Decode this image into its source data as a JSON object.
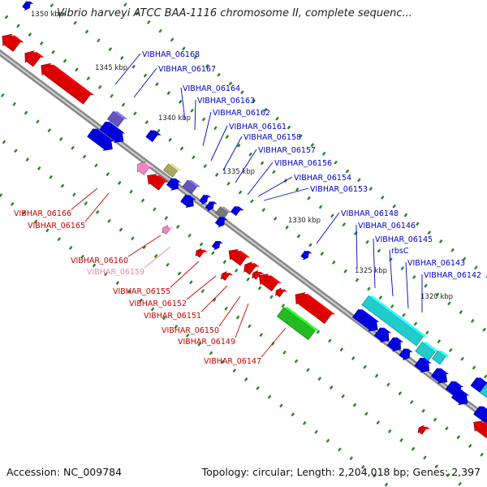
{
  "title": "Vibrio harveyi ATCC BAA-1116 chromosome II, complete sequenc...",
  "footer": {
    "accession": "Accession: NC_009784",
    "summary": "Topology: circular; Length: 2,204,018 bp; Genes: 2,397"
  },
  "scale_ticks": [
    {
      "label": "1350 kbp",
      "kbp": 1350
    },
    {
      "label": "1345 kbp",
      "kbp": 1345
    },
    {
      "label": "1340 kbp",
      "kbp": 1340
    },
    {
      "label": "1335 kbp",
      "kbp": 1335
    },
    {
      "label": "1330 kbp",
      "kbp": 1330
    },
    {
      "label": "1325 kbp",
      "kbp": 1325
    },
    {
      "label": "1320 kbp",
      "kbp": 1320
    }
  ],
  "colors": {
    "blue": "#0000dd",
    "red": "#dd0000",
    "pink": "#ee88bb",
    "cyan": "#22cccc",
    "green": "#22bb22",
    "purple": "#6655bb",
    "olive": "#aaa866",
    "gray": "#777777",
    "backbone": "#888888",
    "tick": "#228822"
  },
  "genes_top": [
    "VIBHAR_06168",
    "VIBHAR_06167",
    "VIBHAR_06164",
    "VIBHAR_06163",
    "VIBHAR_06162",
    "VIBHAR_06161",
    "VIBHAR_06158",
    "VIBHAR_06157",
    "VIBHAR_06156",
    "VIBHAR_06154",
    "VIBHAR_06153",
    "VIBHAR_06148",
    "VIBHAR_06146",
    "VIBHAR_06145",
    "rbsC",
    "VIBHAR_06143",
    "VIBHAR_06142"
  ],
  "genes_bottom": [
    "VIBHAR_06166",
    "VIBHAR_06165",
    "VIBHAR_06160",
    "VIBHAR_06159",
    "VIBHAR_06155",
    "VIBHAR_06152",
    "VIBHAR_06151",
    "VIBHAR_06150",
    "VIBHAR_06149",
    "VIBHAR_06147"
  ]
}
